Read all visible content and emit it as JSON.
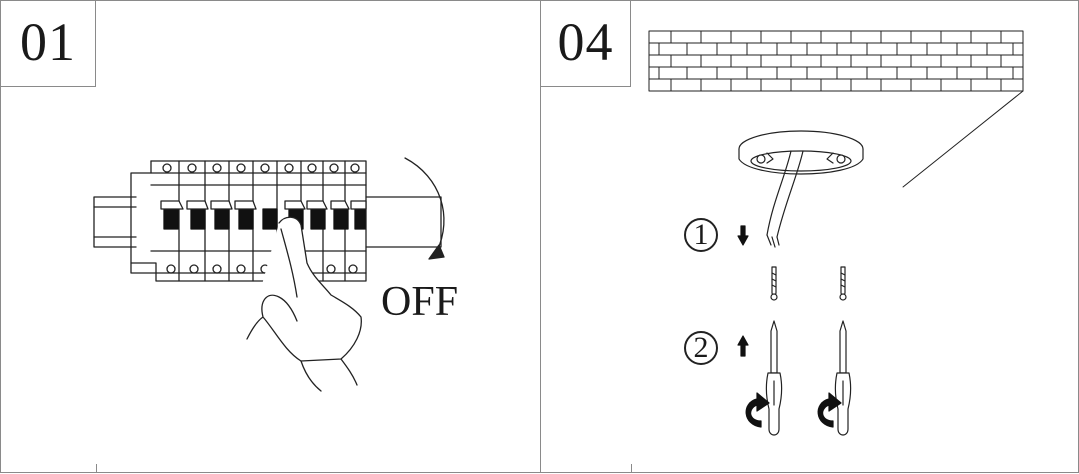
{
  "steps": [
    {
      "number": "01",
      "label": "OFF"
    },
    {
      "number": "04",
      "markers": [
        "1",
        "2"
      ]
    }
  ],
  "colors": {
    "line": "#222222",
    "border": "#8a8a8a",
    "background": "#ffffff"
  },
  "icons": [
    "circuit-breaker-panel",
    "hand",
    "rotation-arrow",
    "brick-wall",
    "ceiling-mount",
    "screw",
    "screwdriver",
    "arrow-down",
    "arrow-up",
    "rotate-clockwise-icon"
  ]
}
